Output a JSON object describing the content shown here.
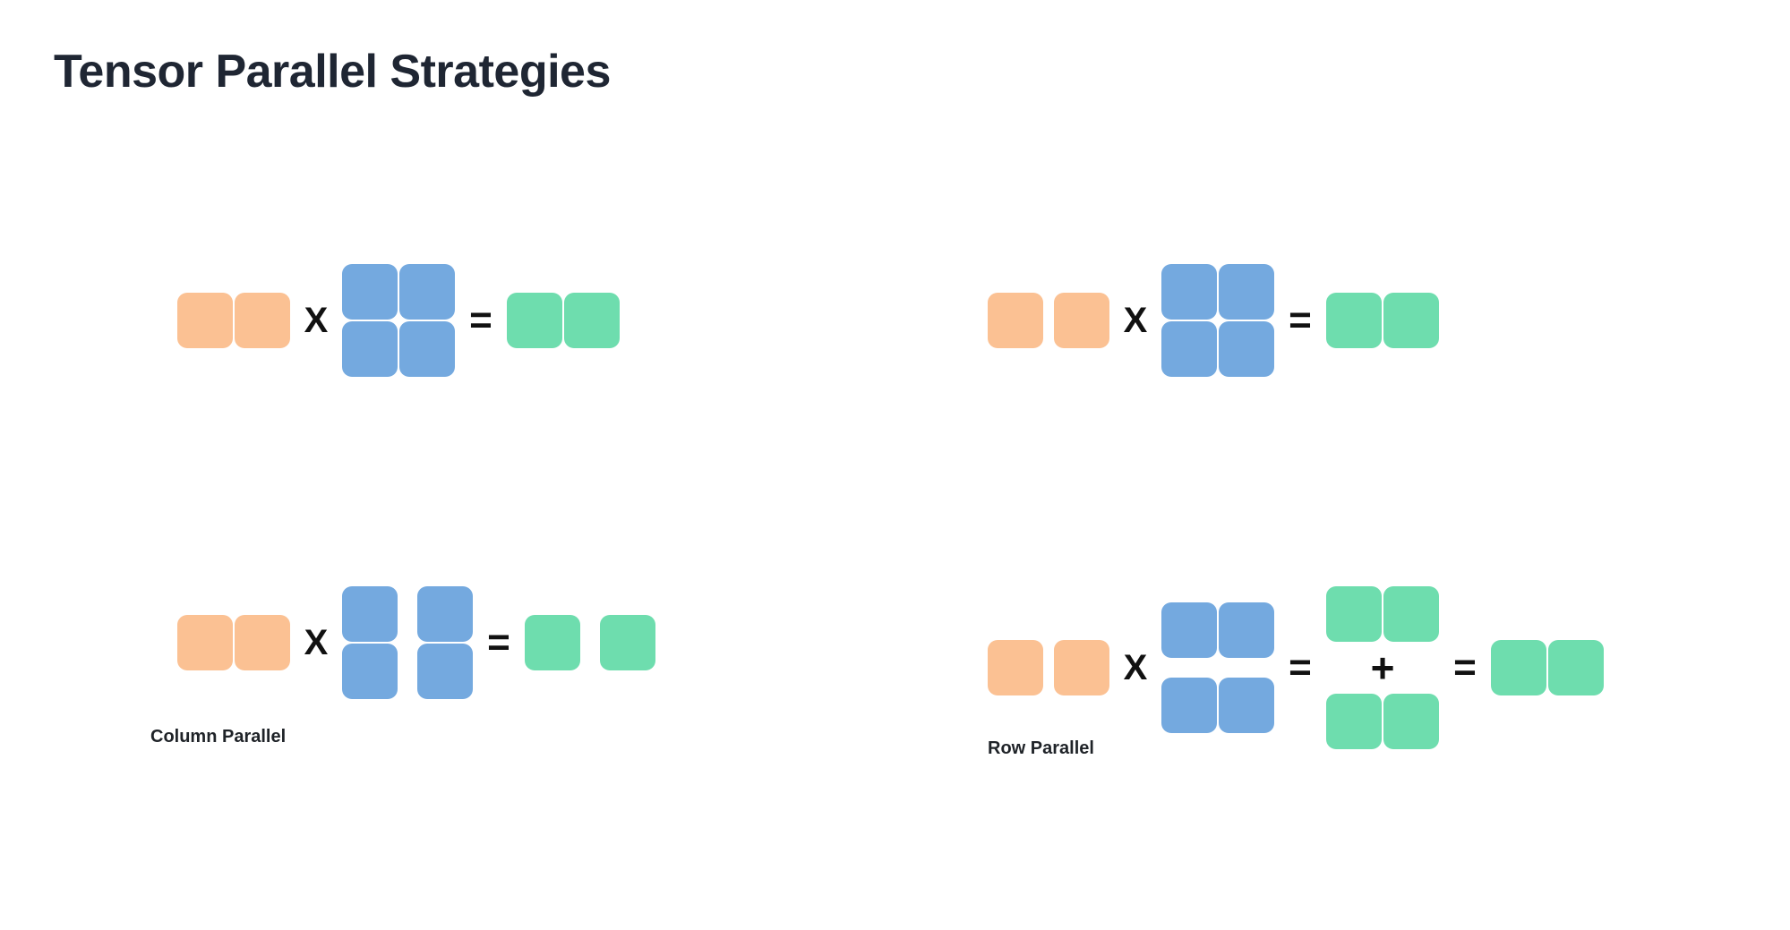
{
  "page": {
    "title": "Tensor Parallel Strategies",
    "background_color": "#ffffff",
    "title_color": "#1f2633"
  },
  "palette": {
    "input_orange": "#fbc193",
    "weight_blue": "#74a9df",
    "output_green": "#6eddae",
    "operator_black": "#111111"
  },
  "operators": {
    "multiply": "X",
    "equals": "=",
    "plus": "+"
  },
  "captions": {
    "column_parallel": "Column Parallel",
    "row_parallel": "Row Parallel"
  },
  "diagrams": [
    {
      "id": "top-left",
      "name": "column-parallel-unsharded",
      "caption": "",
      "terms": [
        {
          "role": "input",
          "color": "#fbc193",
          "shape": "1x2",
          "split": "none"
        },
        {
          "role": "op",
          "symbol": "X"
        },
        {
          "role": "weight",
          "color": "#74a9df",
          "shape": "2x2",
          "split": "none"
        },
        {
          "role": "op",
          "symbol": "="
        },
        {
          "role": "output",
          "color": "#6eddae",
          "shape": "1x2",
          "split": "none"
        }
      ]
    },
    {
      "id": "top-right",
      "name": "row-parallel-unsharded",
      "caption": "",
      "terms": [
        {
          "role": "input",
          "color": "#fbc193",
          "shape": "1x2",
          "split": "columns"
        },
        {
          "role": "op",
          "symbol": "X"
        },
        {
          "role": "weight",
          "color": "#74a9df",
          "shape": "2x2",
          "split": "none"
        },
        {
          "role": "op",
          "symbol": "="
        },
        {
          "role": "output",
          "color": "#6eddae",
          "shape": "1x2",
          "split": "none"
        }
      ]
    },
    {
      "id": "bottom-left",
      "name": "column-parallel-sharded",
      "caption": "Column Parallel",
      "terms": [
        {
          "role": "input",
          "color": "#fbc193",
          "shape": "1x2",
          "split": "none"
        },
        {
          "role": "op",
          "symbol": "X"
        },
        {
          "role": "weight",
          "color": "#74a9df",
          "shape": "2x2",
          "split": "columns"
        },
        {
          "role": "op",
          "symbol": "="
        },
        {
          "role": "output",
          "color": "#6eddae",
          "shape": "1x2",
          "split": "columns"
        }
      ]
    },
    {
      "id": "bottom-right",
      "name": "row-parallel-sharded",
      "caption": "Row Parallel",
      "terms": [
        {
          "role": "input",
          "color": "#fbc193",
          "shape": "1x2",
          "split": "columns"
        },
        {
          "role": "op",
          "symbol": "X"
        },
        {
          "role": "weight",
          "color": "#74a9df",
          "shape": "2x2",
          "split": "rows"
        },
        {
          "role": "op",
          "symbol": "="
        },
        {
          "role": "partials",
          "color": "#6eddae",
          "shape": "1x2 + 1x2",
          "split": "stacked-sum",
          "symbol": "+"
        },
        {
          "role": "op",
          "symbol": "="
        },
        {
          "role": "output",
          "color": "#6eddae",
          "shape": "1x2",
          "split": "none"
        }
      ]
    }
  ]
}
